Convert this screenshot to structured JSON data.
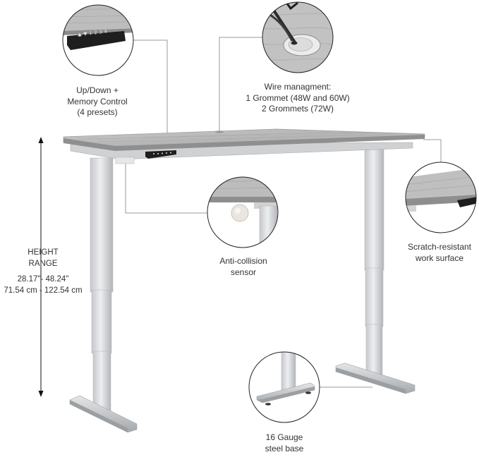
{
  "callouts": {
    "control": {
      "lines": [
        "Up/Down +",
        "Memory Control",
        "(4 presets)"
      ]
    },
    "wire": {
      "lines": [
        "Wire managment:",
        "1 Grommet (48W and 60W)",
        "2 Grommets (72W)"
      ]
    },
    "sensor": {
      "lines": [
        "Anti-collision",
        "sensor"
      ]
    },
    "surface": {
      "lines": [
        "Scratch-resistant",
        "work surface"
      ]
    },
    "base": {
      "lines": [
        "16 Gauge",
        "steel base"
      ]
    }
  },
  "height_range": {
    "heading": [
      "HEIGHT",
      "RANGE"
    ],
    "inches": "28.17\"- 48.24\"",
    "cm": "71.54 cm - 122.54 cm"
  },
  "control_panel": {
    "button_glyphs": [
      "▲",
      "▼",
      "1",
      "2",
      "3",
      "4"
    ]
  },
  "colors": {
    "desktop_top": "#b9b9b9",
    "desktop_edge": "#8e8e8e",
    "frame": "#d2d4d6",
    "frame_shadow": "#a9acaf",
    "control_panel": "#1e1e1e",
    "leader_line": "#9a9a9a",
    "circle_border": "#222222",
    "text": "#333333"
  }
}
